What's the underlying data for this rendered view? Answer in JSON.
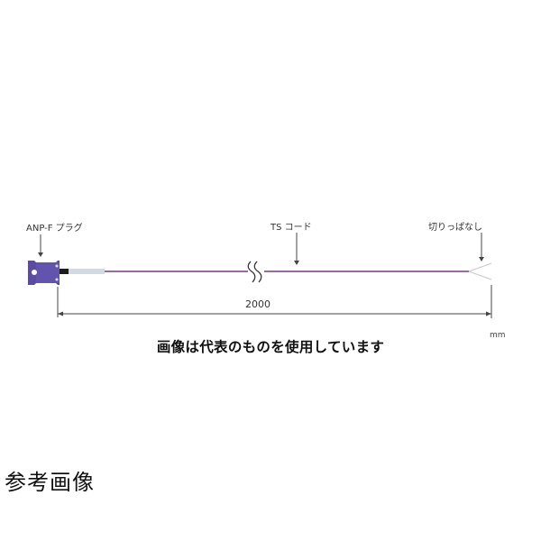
{
  "diagram": {
    "labels": {
      "plug": "ANP-F プラグ",
      "cord": "TS コード",
      "cut_end": "切りっぱなし"
    },
    "dimension": {
      "value": "2000",
      "unit": "mm"
    },
    "caption": "画像は代表のものを使用しています",
    "reference": "参考画像",
    "colors": {
      "connector": "#5b4aa6",
      "cable": "#9a6aa8",
      "sleeve": "#d4d8e0",
      "lines": "#555555"
    }
  }
}
